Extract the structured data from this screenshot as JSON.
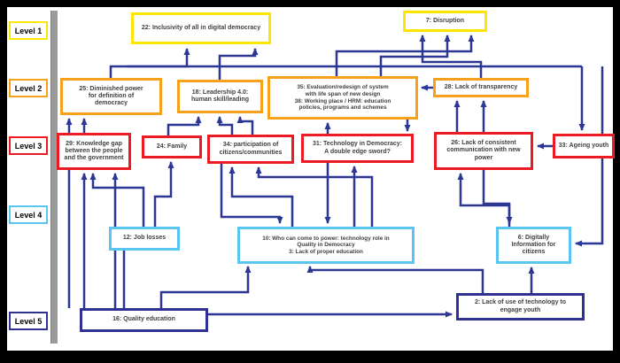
{
  "diagram": {
    "levels": [
      {
        "label": "Level 1",
        "color": "#ffe600"
      },
      {
        "label": "Level 2",
        "color": "#f7a11a"
      },
      {
        "label": "Level 3",
        "color": "#ed1c24"
      },
      {
        "label": "Level 4",
        "color": "#5bc5f2"
      },
      {
        "label": "Level 5",
        "color": "#2e3192"
      }
    ],
    "boxes": [
      {
        "id": "22",
        "level": 1,
        "lines": [
          "22: Inclusivity of all in digital democracy"
        ]
      },
      {
        "id": "7",
        "level": 1,
        "lines": [
          "7: Disruption"
        ]
      },
      {
        "id": "25",
        "level": 2,
        "lines": [
          "25: Diminished power",
          "for definition of",
          "democracy"
        ]
      },
      {
        "id": "18",
        "level": 2,
        "lines": [
          "18: Leadership 4.0:",
          "human skill/leading"
        ]
      },
      {
        "id": "35",
        "level": 2,
        "lines": [
          "35: Evaluation/redesign of system",
          "with life span of new design",
          "38: Working place / HRM: education",
          "policies, programs and schemes"
        ]
      },
      {
        "id": "28",
        "level": 2,
        "lines": [
          "28: Lack of transparency"
        ]
      },
      {
        "id": "29",
        "level": 3,
        "lines": [
          "29: Knowledge gap",
          "between the people",
          "and the government"
        ]
      },
      {
        "id": "24",
        "level": 3,
        "lines": [
          "24: Family"
        ]
      },
      {
        "id": "34",
        "level": 3,
        "lines": [
          "34: participation of",
          "citizens/communities"
        ]
      },
      {
        "id": "31",
        "level": 3,
        "lines": [
          "31: Technology in Democracy:",
          "A double edge sword?"
        ]
      },
      {
        "id": "26",
        "level": 3,
        "lines": [
          "26: Lack of consistent",
          "communication with new",
          "power"
        ]
      },
      {
        "id": "33",
        "level": 3,
        "lines": [
          "33: Ageing youth"
        ]
      },
      {
        "id": "12",
        "level": 4,
        "lines": [
          "12: Job losses"
        ]
      },
      {
        "id": "10",
        "level": 4,
        "lines": [
          "10: Who can come to power: technology role in",
          "Quality in Democracy",
          "3: Lack of proper education"
        ]
      },
      {
        "id": "6",
        "level": 4,
        "lines": [
          "6: Digitally",
          "Information for",
          "citizens"
        ]
      },
      {
        "id": "16",
        "level": 5,
        "lines": [
          "16: Quality education"
        ]
      },
      {
        "id": "2",
        "level": 5,
        "lines": [
          "2: Lack of use of technology to",
          "engage youth"
        ]
      }
    ],
    "colors": {
      "arrow": "#2b3695",
      "background": "#000000",
      "canvas": "#ffffff",
      "level_bar": "#9b9b9b",
      "node_text": "#3f3f3f"
    }
  }
}
